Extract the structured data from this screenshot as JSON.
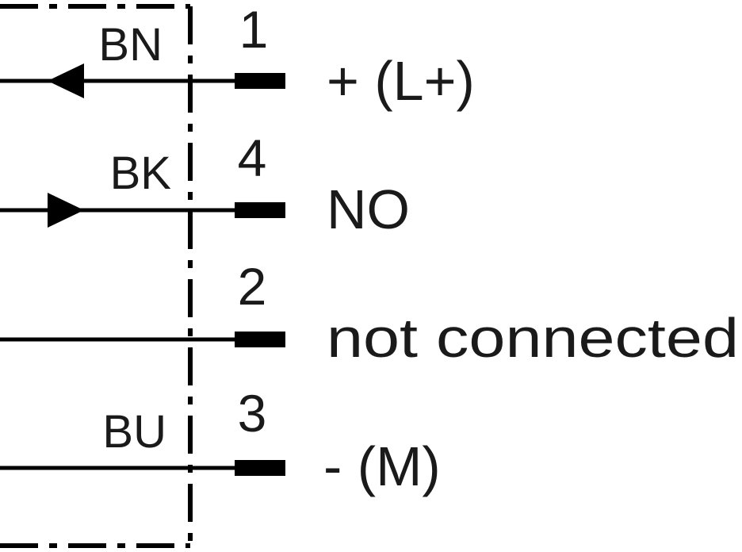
{
  "diagram": {
    "pins": [
      {
        "wire_color": "BN",
        "pin_number": "1",
        "function": "+ (L+)",
        "arrow": "in"
      },
      {
        "wire_color": "BK",
        "pin_number": "4",
        "function": "NO",
        "arrow": "out"
      },
      {
        "wire_color": "",
        "pin_number": "2",
        "function": "not connected",
        "arrow": "none"
      },
      {
        "wire_color": "BU",
        "pin_number": "3",
        "function": "- (M)",
        "arrow": "none"
      }
    ],
    "line_color": "#000000"
  }
}
